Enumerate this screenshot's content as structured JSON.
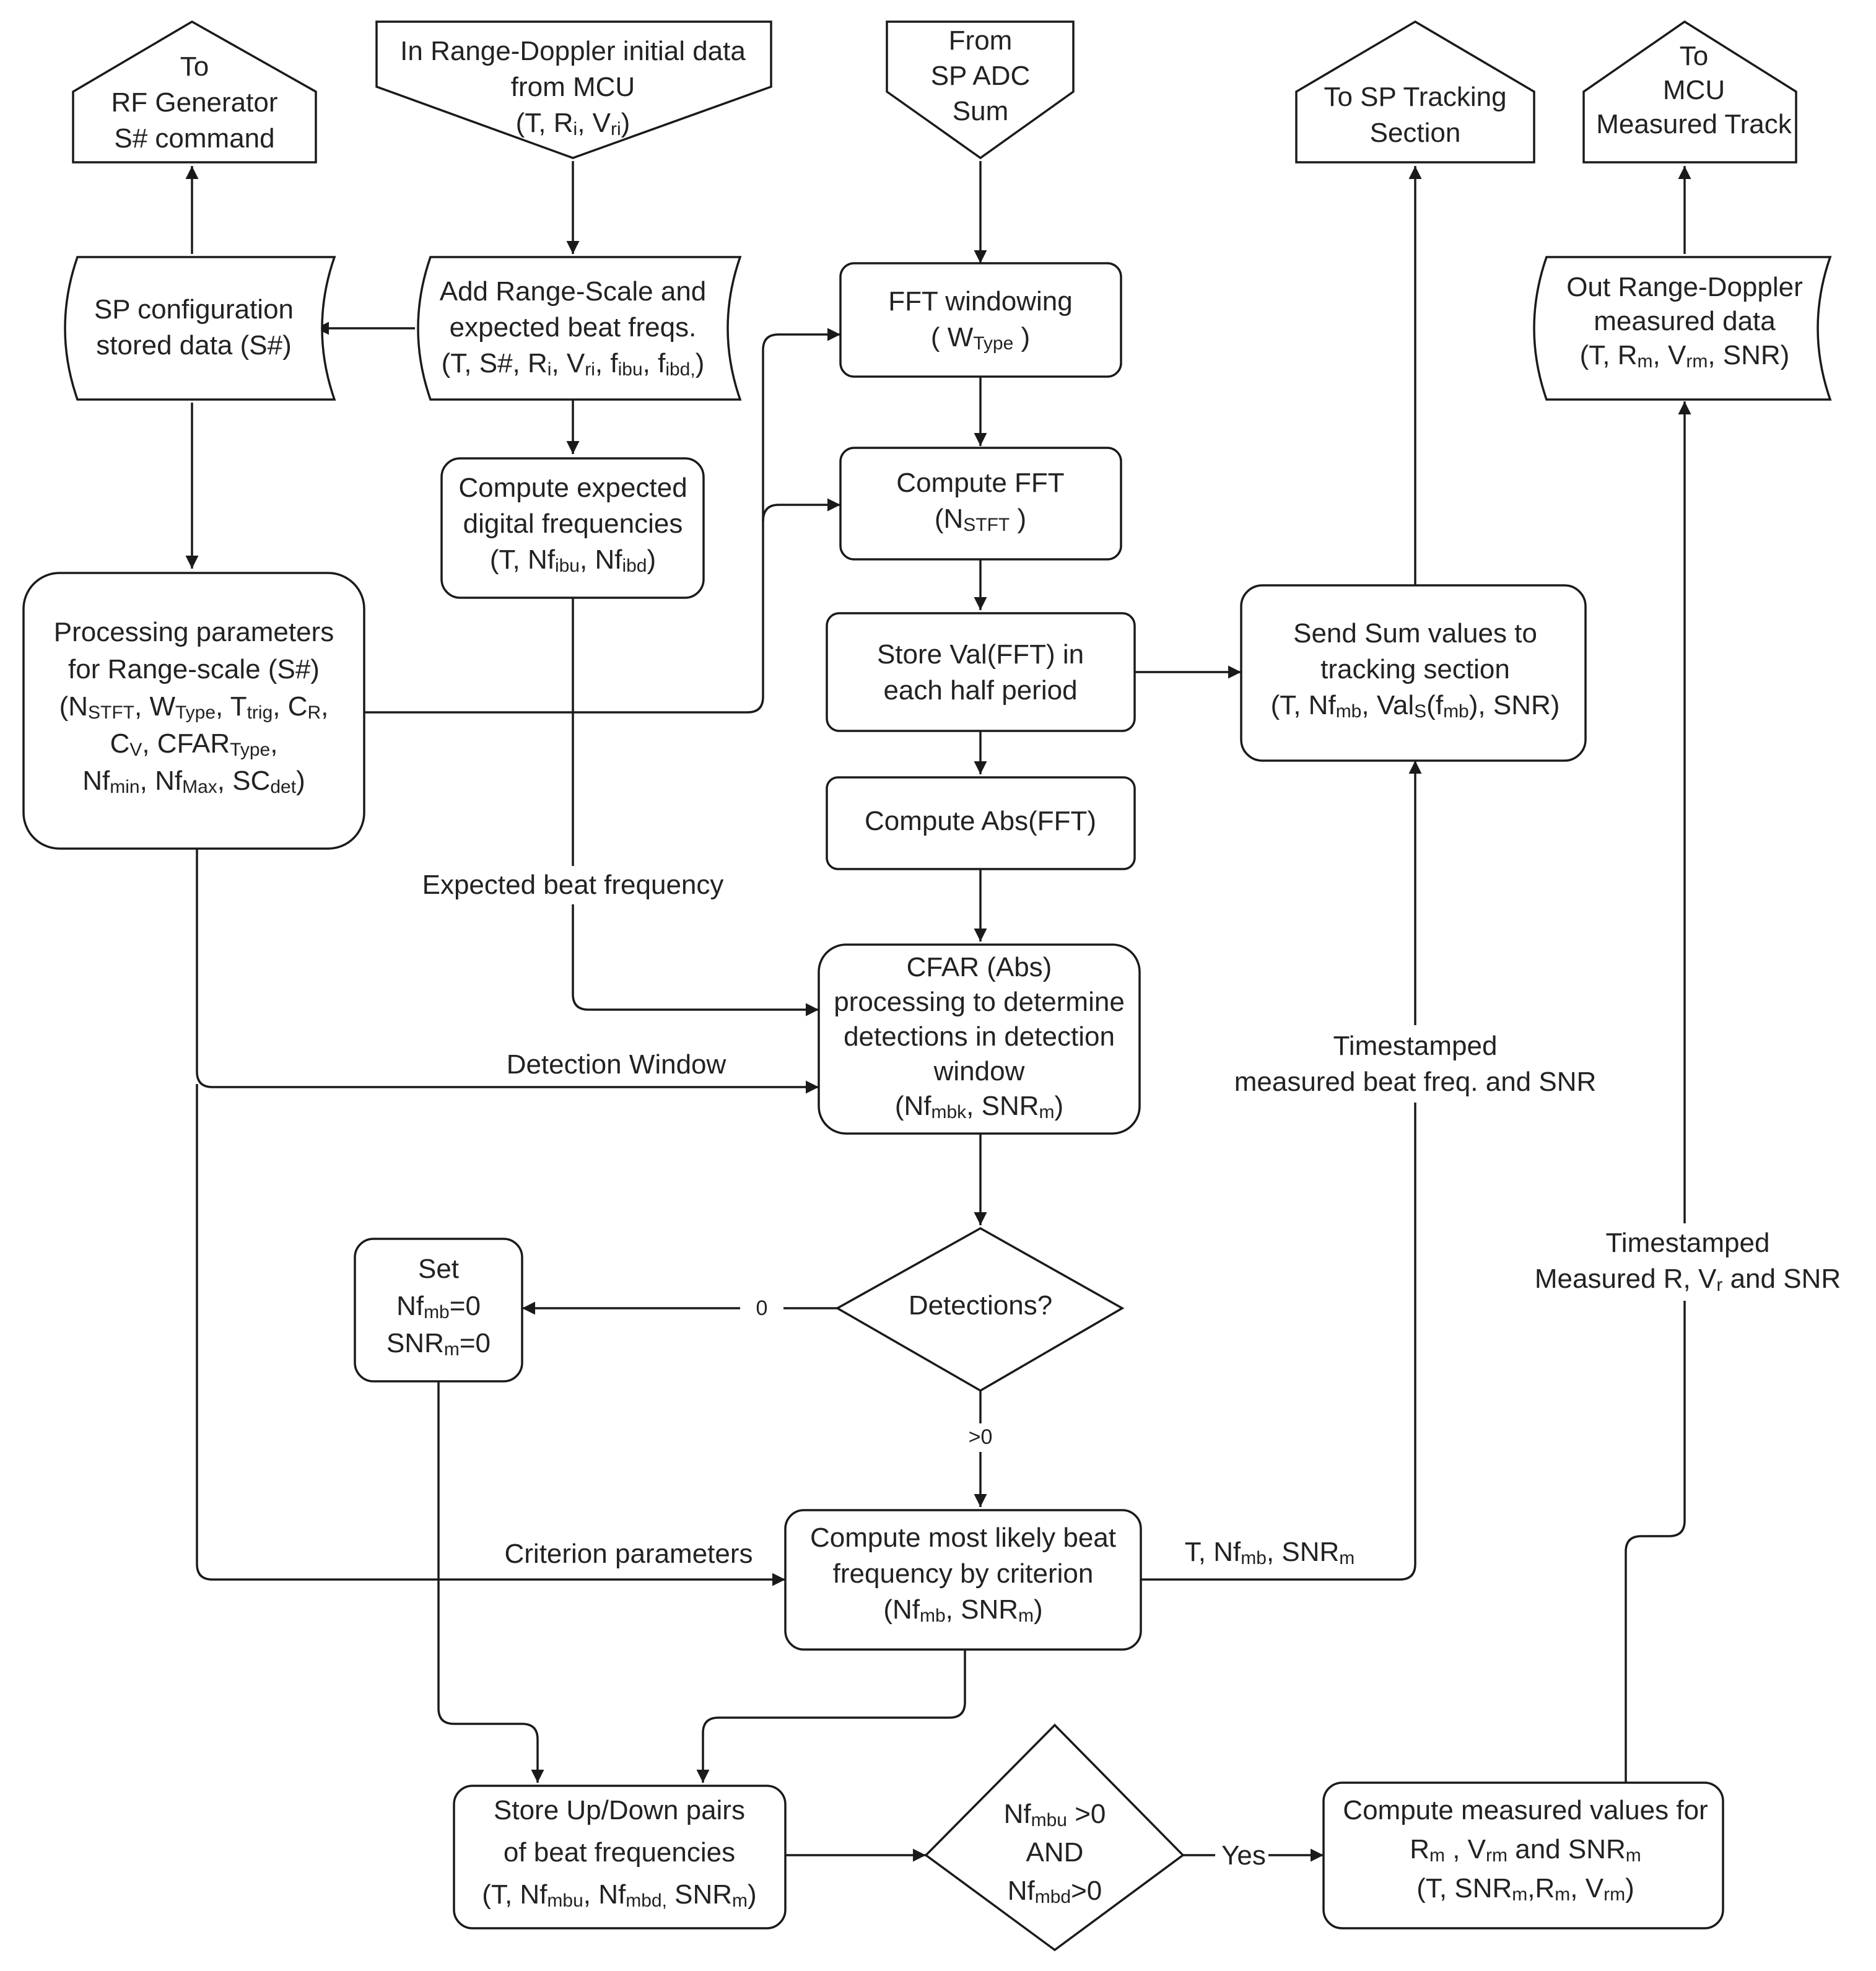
{
  "nodes": {
    "to_rf_generator": {
      "lines": [
        [
          "To"
        ],
        [
          "RF Generator"
        ],
        [
          "S# command"
        ]
      ]
    },
    "in_range_doppler": {
      "lines": [
        [
          "In Range-Doppler initial data"
        ],
        [
          "from MCU"
        ],
        [
          "(T, R",
          {
            "sub": "i"
          },
          ", V",
          {
            "sub": "ri"
          },
          ")"
        ]
      ]
    },
    "from_sp_adc": {
      "lines": [
        [
          "From"
        ],
        [
          "SP ADC"
        ],
        [
          "Sum"
        ]
      ]
    },
    "to_sp_tracking": {
      "lines": [
        [
          "To SP Tracking"
        ],
        [
          "Section"
        ]
      ]
    },
    "to_mcu_track": {
      "lines": [
        [
          "To"
        ],
        [
          "MCU"
        ],
        [
          "Measured Track"
        ]
      ]
    },
    "sp_configuration": {
      "lines": [
        [
          "SP configuration"
        ],
        [
          "stored data (S#)"
        ]
      ]
    },
    "add_range_scale": {
      "lines": [
        [
          "Add Range-Scale and"
        ],
        [
          "expected beat freqs."
        ],
        [
          "(T, S#, R",
          {
            "sub": "i"
          },
          ", V",
          {
            "sub": "ri"
          },
          ", f",
          {
            "sub": "ibu"
          },
          ", f",
          {
            "sub": "ibd,"
          },
          ")"
        ]
      ]
    },
    "fft_windowing": {
      "lines": [
        [
          "FFT windowing"
        ],
        [
          "( W",
          {
            "sub": "Type"
          },
          " )"
        ]
      ]
    },
    "out_range_doppler": {
      "lines": [
        [
          "Out Range-Doppler"
        ],
        [
          "measured data"
        ],
        [
          "(T, R",
          {
            "sub": "m"
          },
          ", V",
          {
            "sub": "rm"
          },
          ", SNR)"
        ]
      ]
    },
    "compute_expected_digital": {
      "lines": [
        [
          "Compute expected"
        ],
        [
          "digital frequencies"
        ],
        [
          "(T,  Nf",
          {
            "sub": "ibu"
          },
          ", Nf",
          {
            "sub": "ibd"
          },
          ")"
        ]
      ]
    },
    "compute_fft": {
      "lines": [
        [
          "Compute FFT"
        ],
        [
          "(N",
          {
            "sub": "STFT"
          },
          " )"
        ]
      ]
    },
    "processing_parameters": {
      "lines": [
        [
          "Processing parameters"
        ],
        [
          "for  Range-scale (S#)"
        ],
        [
          "(N",
          {
            "sub": "STFT"
          },
          ", W",
          {
            "sub": "Type"
          },
          ", T",
          {
            "sub": "trig"
          },
          ", C",
          {
            "sub": "R"
          },
          ","
        ],
        [
          "C",
          {
            "sub": "V"
          },
          ", CFAR",
          {
            "sub": "Type"
          },
          ","
        ],
        [
          "Nf",
          {
            "sub": "min"
          },
          ", Nf",
          {
            "sub": "Max"
          },
          ",  SC",
          {
            "sub": "det"
          },
          ")"
        ]
      ]
    },
    "store_val_fft": {
      "lines": [
        [
          "Store Val(FFT)  in"
        ],
        [
          "each half period"
        ]
      ]
    },
    "send_sum_values": {
      "lines": [
        [
          "Send Sum values to"
        ],
        [
          "tracking section"
        ],
        [
          "(T, Nf",
          {
            "sub": "mb"
          },
          ", Val",
          {
            "sub": "S"
          },
          "(f",
          {
            "sub": "mb"
          },
          "), SNR)"
        ]
      ]
    },
    "compute_abs_fft": {
      "lines": [
        [
          "Compute Abs(FFT)"
        ]
      ]
    },
    "cfar_processing": {
      "lines": [
        [
          "CFAR (Abs)"
        ],
        [
          "processing to determine"
        ],
        [
          "detections in detection"
        ],
        [
          "window"
        ],
        [
          "(Nf",
          {
            "sub": "mbk"
          },
          ", SNR",
          {
            "sub": "m"
          },
          ")"
        ]
      ]
    },
    "set_zero": {
      "lines": [
        [
          "Set"
        ],
        [
          "Nf",
          {
            "sub": "mb"
          },
          "=0"
        ],
        [
          "SNR",
          {
            "sub": "m"
          },
          "=0"
        ]
      ]
    },
    "detections_decision": {
      "lines": [
        [
          "Detections?"
        ]
      ]
    },
    "compute_most_likely": {
      "lines": [
        [
          "Compute most likely beat"
        ],
        [
          "frequency by criterion"
        ],
        [
          "(Nf",
          {
            "sub": "mb"
          },
          ", SNR",
          {
            "sub": "m"
          },
          ")"
        ]
      ]
    },
    "store_up_down": {
      "lines": [
        [
          "Store Up/Down pairs"
        ],
        [
          "of beat frequencies"
        ],
        [
          "(T, Nf",
          {
            "sub": "mbu"
          },
          ", Nf",
          {
            "sub": "mbd,"
          },
          " SNR",
          {
            "sub": "m"
          },
          ")"
        ]
      ]
    },
    "and_decision": {
      "lines": [
        [
          "Nf",
          {
            "sub": "mbu"
          },
          " >0"
        ],
        [
          "AND"
        ],
        [
          "Nf",
          {
            "sub": "mbd"
          },
          ">0"
        ]
      ]
    },
    "compute_measured_values": {
      "lines": [
        [
          "Compute measured values for"
        ],
        [
          "R",
          {
            "sub": "m"
          },
          " , V",
          {
            "sub": "rm"
          },
          "  and SNR",
          {
            "sub": "m"
          }
        ],
        [
          "(T, SNR",
          {
            "sub": "m"
          },
          ",R",
          {
            "sub": "m"
          },
          ", V",
          {
            "sub": "rm"
          },
          ")"
        ]
      ]
    }
  },
  "edge_labels": {
    "expected_beat_frequency": {
      "lines": [
        [
          "Expected beat frequency"
        ]
      ]
    },
    "detection_window": {
      "lines": [
        [
          "Detection Window"
        ]
      ]
    },
    "criterion_parameters": {
      "lines": [
        [
          "Criterion parameters"
        ]
      ]
    },
    "zero": {
      "lines": [
        [
          "0"
        ]
      ]
    },
    "greater_zero": {
      "lines": [
        [
          ">0"
        ]
      ]
    },
    "yes": {
      "lines": [
        [
          "Yes"
        ]
      ]
    },
    "timestamped_beat": {
      "lines": [
        [
          "Timestamped"
        ],
        [
          "measured beat freq. and SNR"
        ]
      ]
    },
    "t_nf_snr": {
      "lines": [
        [
          "T, Nf",
          {
            "sub": "mb"
          },
          ", SNR",
          {
            "sub": "m"
          }
        ]
      ]
    },
    "timestamped_measured": {
      "lines": [
        [
          "Timestamped"
        ],
        [
          "Measured R, V",
          {
            "sub": "r"
          },
          " and SNR"
        ]
      ]
    }
  }
}
